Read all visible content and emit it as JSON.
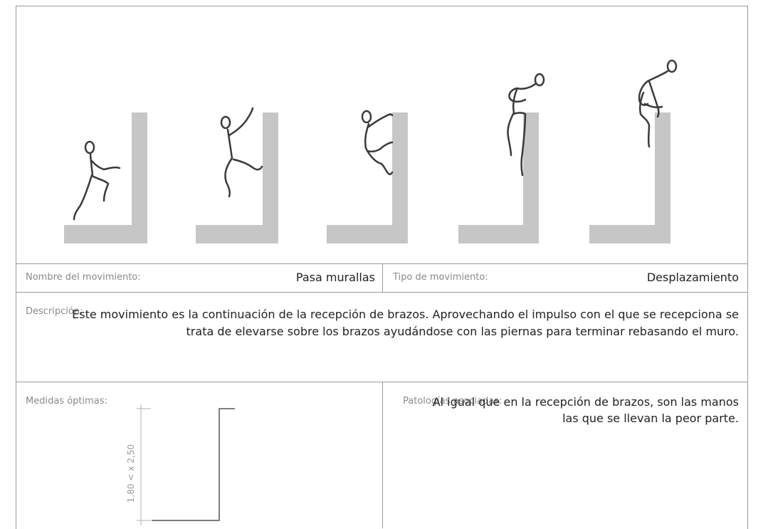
{
  "movement_name_label": "Nombre del movimiento:",
  "movement_name": "Pasa murallas",
  "movement_type_label": "Tipo de movimiento:",
  "movement_type": "Desplazamiento",
  "description_label": "Descripción:",
  "description": "Este movimiento es la continuación de la recepción de brazos. Aprovechando el impulso con el que se recepciona se trata de elevarse sobre los brazos ayudándose con las piernas para terminar rebasando el muro.",
  "measures_label": "Medidas óptimas:",
  "measure_dimension": "1,80 < x 2,50",
  "pathologies_label": "Patologías asociadas:",
  "pathologies": "Al igual que en la recepción de brazos, son las manos las que se llevan la peor parte.",
  "colors": {
    "wall": "#c6c6c6",
    "figure": "#3a3a3a",
    "rule": "#9a9a9a"
  }
}
